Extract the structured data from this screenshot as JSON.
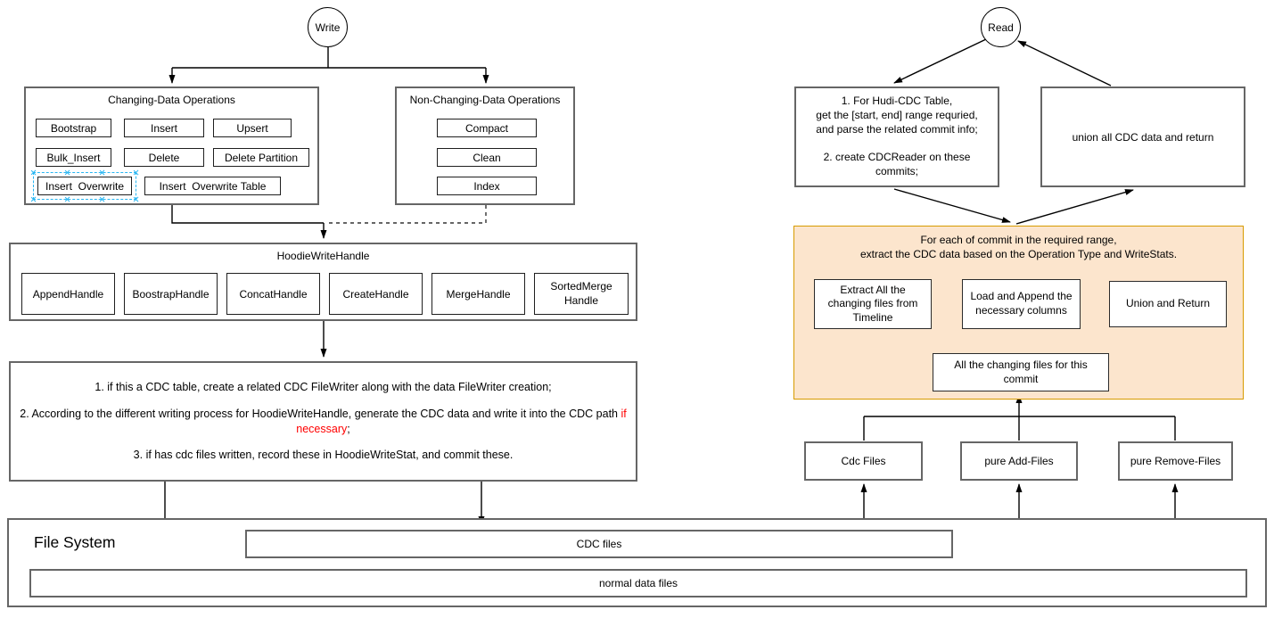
{
  "write_flow": {
    "write_node": "Write",
    "changing_ops": {
      "title": "Changing-Data Operations",
      "buttons": [
        "Bootstrap",
        "Insert",
        "Upsert",
        "Bulk_Insert",
        "Delete",
        "Delete Partition",
        "Insert  Overwrite",
        "Insert  Overwrite Table"
      ],
      "selected_button": "Insert  Overwrite"
    },
    "non_changing_ops": {
      "title": "Non-Changing-Data Operations",
      "buttons": [
        "Compact",
        "Clean",
        "Index"
      ]
    },
    "hoodie_write_handle": {
      "title": "HoodieWriteHandle",
      "handles": [
        "AppendHandle",
        "BoostrapHandle",
        "ConcatHandle",
        "CreateHandle",
        "MergeHandle",
        "SortedMerge\nHandle"
      ]
    },
    "cdc_write_notes": {
      "step1": "1. if this a CDC table, create a related CDC FileWriter along with the data FileWriter creation;",
      "step2_before": "2. According to the different writing process for HoodieWriteHandle, generate the CDC data and write it into the CDC path ",
      "step2_red": "if necessary",
      "step2_after": ";",
      "step3": "3. if has cdc files written, record these in HoodieWriteStat, and commit these."
    }
  },
  "read_flow": {
    "read_node": "Read",
    "range_box": "1. For Hudi-CDC Table,\nget the [start, end] range requried,\nand parse the related commit info;\n\n2. create CDCReader on these\ncommits;",
    "union_box": "union all CDC data and return",
    "per_commit_group": {
      "title": "For each of commit in the required range,\nextract the CDC data based on the Operation Type and WriteStats.",
      "extract_box": "Extract All the\nchanging files from\nTimeline",
      "load_box": "Load and Append the\nnecessary columns",
      "union_return_box": "Union and Return",
      "changing_files_box": "All the changing files for this\ncommit"
    },
    "file_groups": [
      "Cdc Files",
      "pure Add-Files",
      "pure Remove-Files"
    ]
  },
  "file_system": {
    "title": "File System",
    "cdc_files_bar": "CDC files",
    "normal_files_bar": "normal data files"
  },
  "colors": {
    "group_fill": "#fce5cd",
    "group_border": "#d79b00",
    "selection": "#29b6f2",
    "red_text": "#ff0000"
  }
}
